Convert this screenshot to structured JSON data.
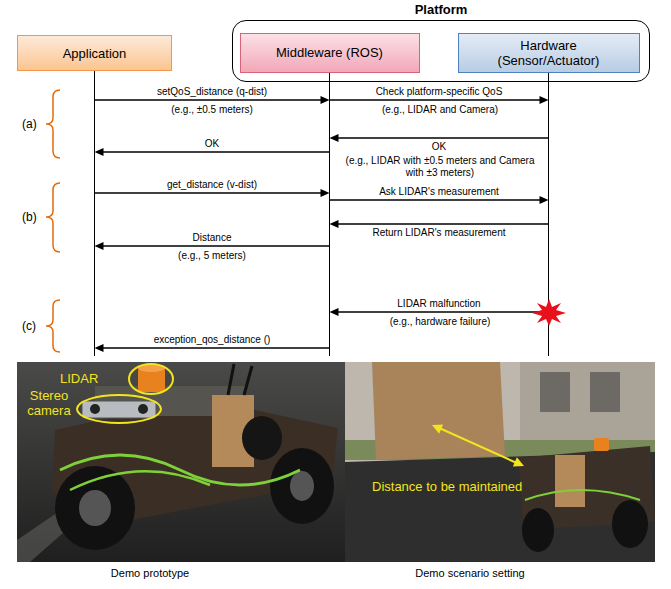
{
  "diagram": {
    "nodes": [
      {
        "text": [
          "Platform"
        ]
      },
      {
        "text": [
          "Application"
        ]
      },
      {
        "text": [
          "Middleware (ROS)"
        ],
        "in": 0
      },
      {
        "text": [
          "Hardware (Sensor/Actuator)"
        ],
        "in": 0
      }
    ],
    "edges": [
      {
        "from": 1,
        "to": 2,
        "label": "setQoS_distance (q-dist)",
        "arrow": "to"
      },
      {
        "from": 2,
        "to": 3,
        "label": "Check platform-specific QoS",
        "arrow": "to"
      },
      {
        "from": 3,
        "to": 2,
        "label": "OK",
        "arrow": "to"
      },
      {
        "from": 2,
        "to": 1,
        "label": "OK",
        "arrow": "to"
      },
      {
        "from": 1,
        "to": 2,
        "label": "get_distance (v-dist)",
        "arrow": "to"
      },
      {
        "from": 2,
        "to": 3,
        "label": "Ask LIDAR's measurement",
        "arrow": "to"
      },
      {
        "from": 3,
        "to": 2,
        "label": "Return LIDAR's measurement",
        "arrow": "to"
      },
      {
        "from": 2,
        "to": 1,
        "label": "Distance",
        "arrow": "to"
      },
      {
        "from": 3,
        "to": 2,
        "label": "LIDAR malfunction",
        "arrow": "to"
      },
      {
        "from": 2,
        "to": 1,
        "label": "exception_qos_distance ()",
        "arrow": "to"
      }
    ],
    "labels": [
      "(a)",
      "(b)",
      "(c)",
      "(e.g., ±0.5 meters)",
      "(e.g., LIDAR and Camera)",
      "(e.g., LIDAR with ±0.5 meters and Camera with ±3 meters)",
      "(e.g., 5 meters)",
      "(e.g., hardware failure)",
      "LIDAR",
      "Stereo camera",
      "Distance to be maintained",
      "Demo prototype",
      "Demo scenario setting"
    ]
  }
}
